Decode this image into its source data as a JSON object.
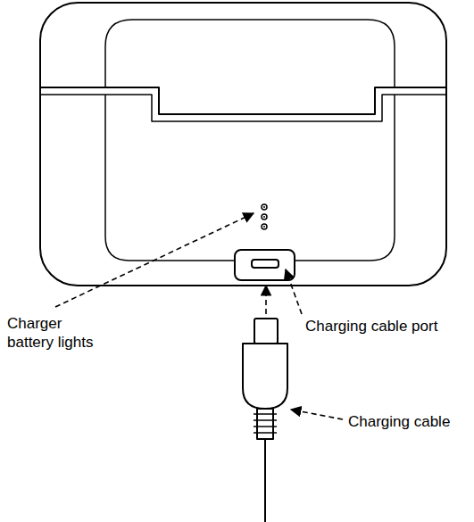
{
  "diagram": {
    "labels": [
      "Charger battery lights",
      "Charging cable port",
      "Charging cable"
    ]
  }
}
